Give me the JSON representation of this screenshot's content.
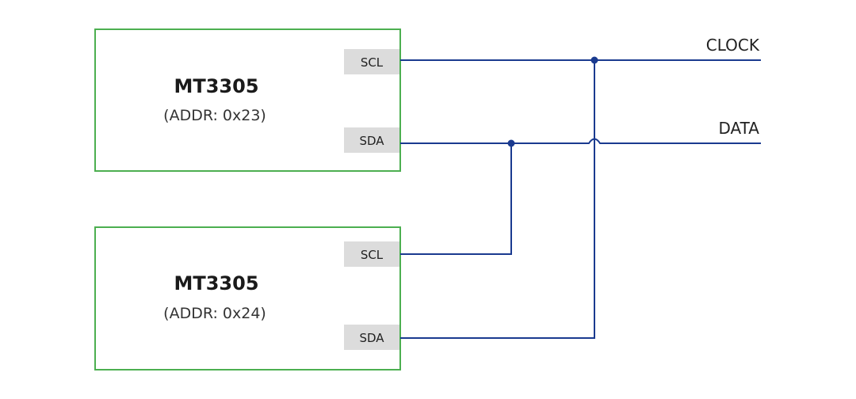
{
  "chips": [
    {
      "name": "MT3305",
      "address": "(ADDR: 0x23)",
      "pins": {
        "top": "SCL",
        "bottom": "SDA"
      }
    },
    {
      "name": "MT3305",
      "address": "(ADDR: 0x24)",
      "pins": {
        "top": "SCL",
        "bottom": "SDA"
      }
    }
  ],
  "bus": {
    "clock_label": "CLOCK",
    "data_label": "DATA"
  },
  "colors": {
    "chip_border": "#4caf50",
    "pin_fill": "#dcdcdc",
    "wire": "#1a3a8f"
  }
}
